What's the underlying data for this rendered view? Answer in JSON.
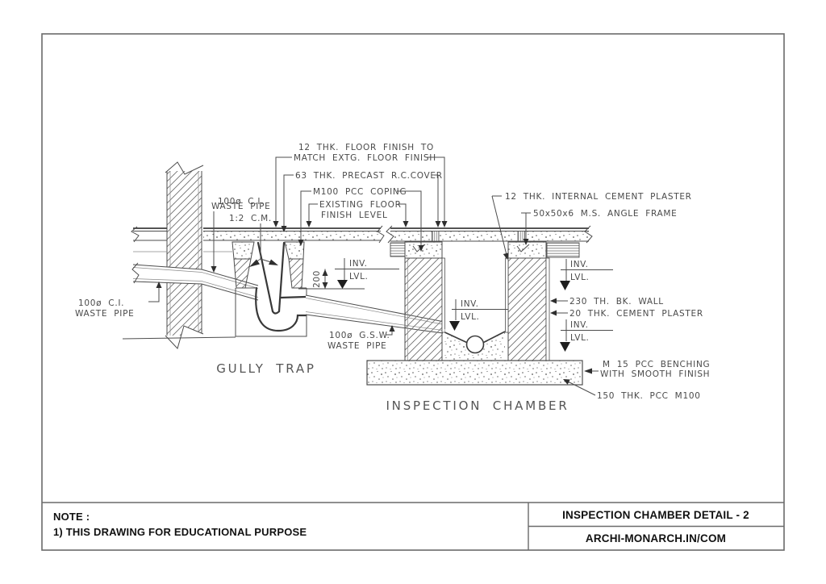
{
  "title_block": {
    "note_heading": "NOTE :",
    "note_line1": "1) THIS DRAWING FOR EDUCATIONAL PURPOSE",
    "drawing_title": "INSPECTION CHAMBER DETAIL - 2",
    "website": "ARCHI-MONARCH.IN/COM"
  },
  "labels": {
    "floor_finish_line1": "12 THK. FLOOR FINISH TO",
    "floor_finish_line2": "MATCH EXTG. FLOOR FINISH",
    "precast_cover": "63 THK. PRECAST R.C.COVER",
    "pcc_coping": "M100 PCC COPING",
    "existing_floor_line1": "EXISTING FLOOR",
    "existing_floor_line2": "FINISH LEVEL",
    "ci_waste_top_line1": "100ø C.I.",
    "ci_waste_top_line2": "WASTE PIPE",
    "ci_waste_top_line3": "1:2 C.M.",
    "ci_waste_left_line1": "100ø C.I.",
    "ci_waste_left_line2": "WASTE PIPE",
    "internal_plaster": "12 THK. INTERNAL CEMENT PLASTER",
    "angle_frame": "50x50x6 M.S. ANGLE FRAME",
    "brick_wall": "230 TH. BK. WALL",
    "cement_plaster": "20 THK. CEMENT PLASTER",
    "gsw_waste_line1": "100ø G.S.W.",
    "gsw_waste_line2": "WASTE PIPE",
    "benching_line1": "M 15 PCC BENCHING",
    "benching_line2": "WITH SMOOTH FINISH",
    "pcc_base": "150 THK. PCC M100",
    "gully_trap": "GULLY TRAP",
    "inspection_chamber": "INSPECTION CHAMBER",
    "inv": "INV.",
    "lvl": "LVL.",
    "dim_200": "200"
  },
  "colors": {
    "line": "#4d4d4d",
    "text": "#4a4a4a",
    "title_text": "#111111",
    "background": "#ffffff"
  }
}
